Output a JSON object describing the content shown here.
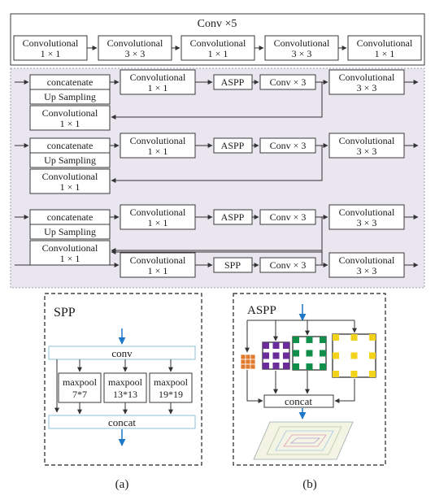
{
  "top": {
    "title": "Conv ×5",
    "blocks": [
      [
        "Convolutional",
        "1 × 1"
      ],
      [
        "Convolutional",
        "3 × 3"
      ],
      [
        "Convolutional",
        "1 × 1"
      ],
      [
        "Convolutional",
        "3 × 3"
      ],
      [
        "Convolutional",
        "1 × 1"
      ]
    ]
  },
  "neck": {
    "concat": "concatenate",
    "up": "Up Sampling",
    "conv1": [
      "Convolutional",
      "1 × 1"
    ],
    "conv3": [
      "Convolutional",
      "3 × 3"
    ],
    "aspp": "ASPP",
    "spp": "SPP",
    "conv_x3": "Conv × 3"
  },
  "spp": {
    "title": "SPP",
    "conv": "conv",
    "pools": [
      [
        "maxpool",
        "7*7"
      ],
      [
        "maxpool",
        "13*13"
      ],
      [
        "maxpool",
        "19*19"
      ]
    ],
    "concat": "concat"
  },
  "aspp": {
    "title": "ASPP",
    "concat": "concat",
    "colors": [
      "#e07b2e",
      "#6a2c9a",
      "#0f8f4a",
      "#f2d21b"
    ]
  },
  "captions": [
    "(a)",
    "(b)"
  ]
}
